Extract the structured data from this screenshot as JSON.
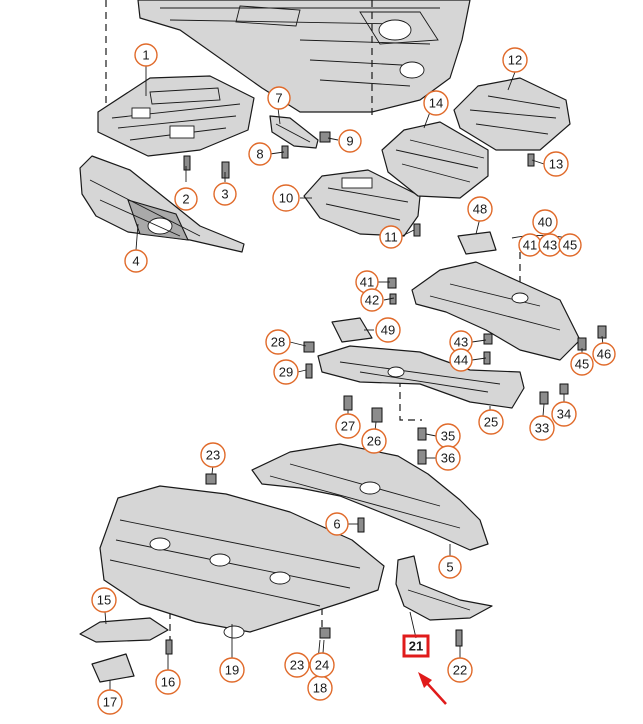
{
  "diagram": {
    "callouts": [
      {
        "id": "c1",
        "label": "1"
      },
      {
        "id": "c2",
        "label": "2"
      },
      {
        "id": "c3",
        "label": "3"
      },
      {
        "id": "c4",
        "label": "4"
      },
      {
        "id": "c5",
        "label": "5"
      },
      {
        "id": "c6",
        "label": "6"
      },
      {
        "id": "c7",
        "label": "7"
      },
      {
        "id": "c8",
        "label": "8"
      },
      {
        "id": "c9",
        "label": "9"
      },
      {
        "id": "c10",
        "label": "10"
      },
      {
        "id": "c11",
        "label": "11"
      },
      {
        "id": "c12",
        "label": "12"
      },
      {
        "id": "c13",
        "label": "13"
      },
      {
        "id": "c14",
        "label": "14"
      },
      {
        "id": "c15",
        "label": "15"
      },
      {
        "id": "c16",
        "label": "16"
      },
      {
        "id": "c17",
        "label": "17"
      },
      {
        "id": "c18",
        "label": "18"
      },
      {
        "id": "c19",
        "label": "19"
      },
      {
        "id": "c22",
        "label": "22"
      },
      {
        "id": "c23a",
        "label": "23"
      },
      {
        "id": "c23b",
        "label": "23"
      },
      {
        "id": "c24",
        "label": "24"
      },
      {
        "id": "c25",
        "label": "25"
      },
      {
        "id": "c26",
        "label": "26"
      },
      {
        "id": "c27",
        "label": "27"
      },
      {
        "id": "c28",
        "label": "28"
      },
      {
        "id": "c29",
        "label": "29"
      },
      {
        "id": "c33",
        "label": "33"
      },
      {
        "id": "c34",
        "label": "34"
      },
      {
        "id": "c35",
        "label": "35"
      },
      {
        "id": "c36",
        "label": "36"
      },
      {
        "id": "c40",
        "label": "40"
      },
      {
        "id": "c41a",
        "label": "41"
      },
      {
        "id": "c41b",
        "label": "41"
      },
      {
        "id": "c42",
        "label": "42"
      },
      {
        "id": "c43a",
        "label": "43"
      },
      {
        "id": "c43b",
        "label": "43"
      },
      {
        "id": "c44",
        "label": "44"
      },
      {
        "id": "c45a",
        "label": "45"
      },
      {
        "id": "c45b",
        "label": "45"
      },
      {
        "id": "c46",
        "label": "46"
      },
      {
        "id": "c48",
        "label": "48"
      },
      {
        "id": "c49",
        "label": "49"
      }
    ],
    "highlighted": {
      "label": "21"
    },
    "colors": {
      "callout_ring": "#e06a2a",
      "highlight": "#e01b1b",
      "part_fill": "#d6d6d6",
      "line": "#1a1a1a"
    }
  }
}
